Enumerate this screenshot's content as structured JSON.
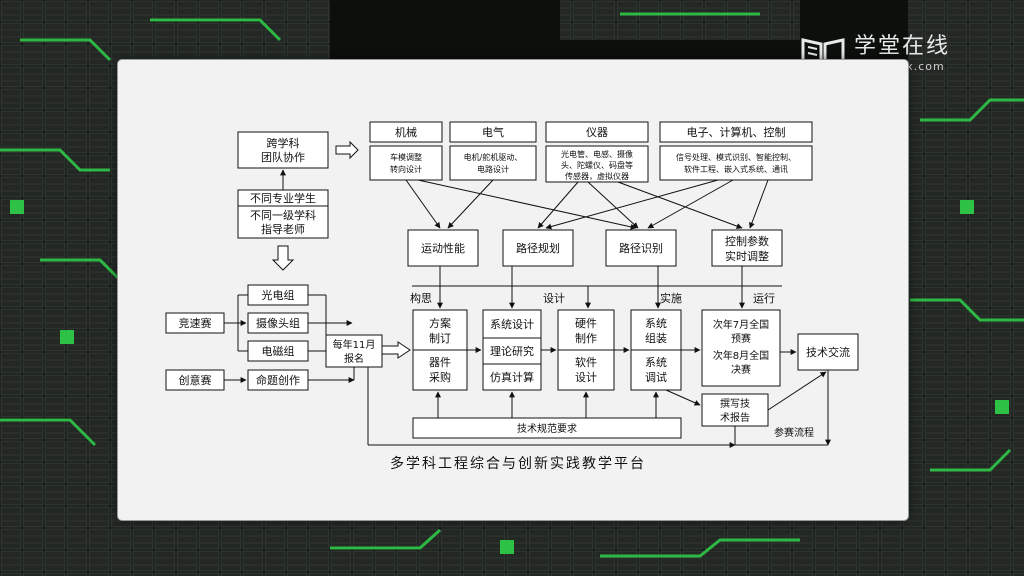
{
  "logo": {
    "cn": "学堂在线",
    "en": "xuetangx.com"
  },
  "diagram": {
    "title": "多学科工程综合与创新实践教学平台",
    "team": {
      "l1": "跨学科",
      "l2": "团队协作"
    },
    "people": {
      "a": "不同专业学生",
      "b": "不同一级学科",
      "c": "指导老师"
    },
    "disciplines": [
      {
        "title": "机械",
        "d1": "车模调整",
        "d2": "转向设计",
        "d3": ""
      },
      {
        "title": "电气",
        "d1": "电机/舵机驱动、",
        "d2": "电路设计",
        "d3": ""
      },
      {
        "title": "仪器",
        "d1": "光电管、电感、摄像",
        "d2": "头、陀螺仪、码盘等",
        "d3": "传感器，虚拟仪器"
      },
      {
        "title": "电子、计算机、控制",
        "d1": "信号处理、模式识别、智能控制、",
        "d2": "软件工程、嵌入式系统、通讯",
        "d3": ""
      }
    ],
    "goals": {
      "motion": "运动性能",
      "plan": "路径规划",
      "recog": "路径识别",
      "param_l1": "控制参数",
      "param_l2": "实时调整"
    },
    "contests": {
      "speed": "竞速赛",
      "creative": "创意赛",
      "g1": "光电组",
      "g2": "摄像头组",
      "g3": "电磁组",
      "g4": "命题创作",
      "reg_l1": "每年11月",
      "reg_l2": "报名"
    },
    "phases": {
      "p1": "构思",
      "p2": "设计",
      "p3": "实施",
      "p4": "运行"
    },
    "stage1": {
      "a": "方案",
      "b": "制订",
      "c": "器件",
      "d": "采购"
    },
    "stage2": {
      "a": "系统设计",
      "b": "理论研究",
      "c": "仿真计算"
    },
    "stage3": {
      "a": "硬件",
      "b": "制作",
      "c": "软件",
      "d": "设计"
    },
    "stage4": {
      "a": "系统",
      "b": "组装",
      "c": "系统",
      "d": "调试"
    },
    "stage5": {
      "a": "次年7月全国",
      "b": "预赛",
      "c": "次年8月全国",
      "d": "决赛"
    },
    "exchange": "技术交流",
    "report": {
      "a": "撰写技",
      "b": "术报告"
    },
    "spec": "技术规范要求",
    "flow": "参赛流程"
  }
}
